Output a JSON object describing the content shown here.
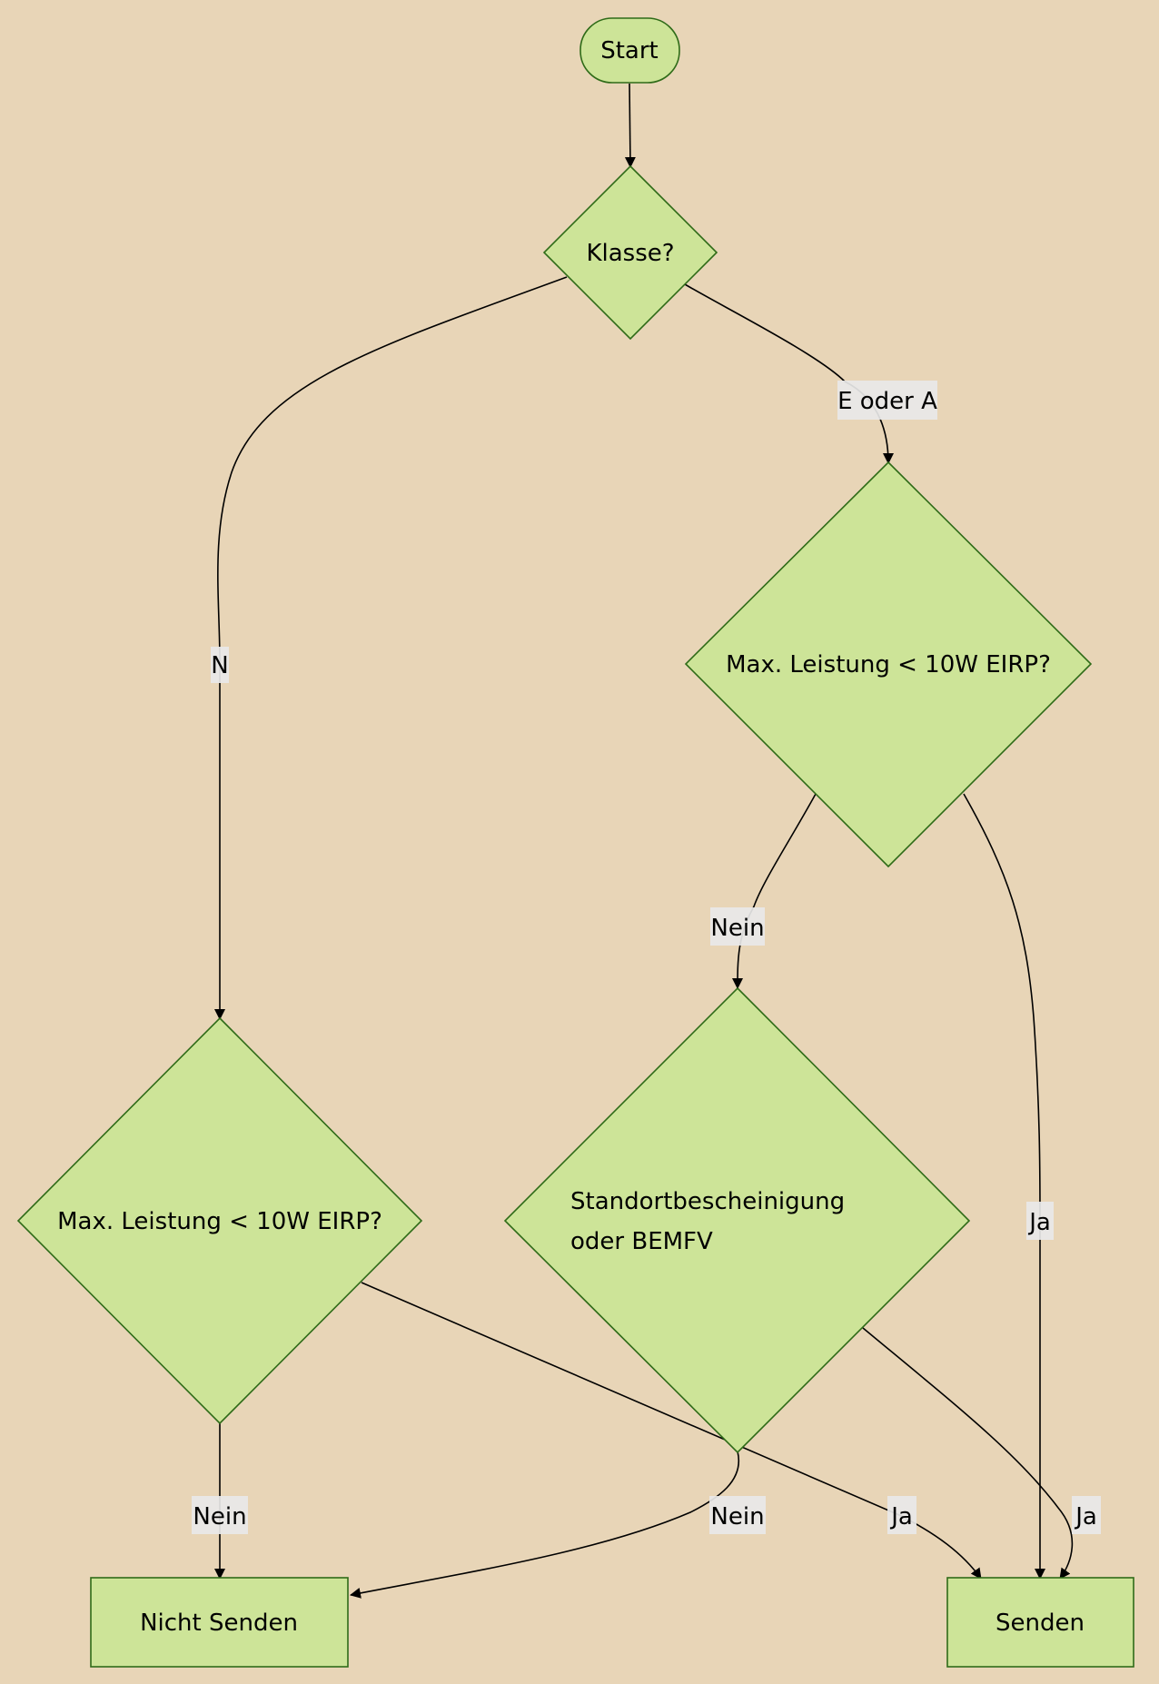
{
  "nodes": {
    "start": "Start",
    "klasse": "Klasse?",
    "power_right": "Max. Leistung < 10W EIRP?",
    "power_left": "Max. Leistung < 10W EIRP?",
    "standort_line1": "Standortbescheinigung",
    "standort_line2": "oder BEMFV",
    "nicht_senden": "Nicht Senden",
    "senden": "Senden"
  },
  "edges": {
    "klasse_to_right": "E oder A",
    "klasse_to_left": "N",
    "right_no": "Nein",
    "right_yes": "Ja",
    "left_no": "Nein",
    "left_yes": "Ja",
    "standort_no": "Nein",
    "standort_yes": "Ja"
  },
  "colors": {
    "background": "#e8d5b7",
    "node_fill": "#cde498",
    "node_stroke": "#2f6b18",
    "edge": "#000000",
    "label_background": "#e8e8e8"
  }
}
